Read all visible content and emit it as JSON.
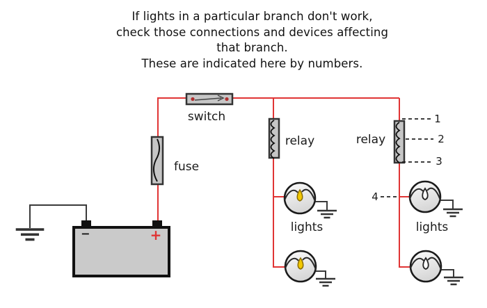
{
  "title": {
    "lines": [
      "If lights in a particular branch don't work,",
      "check those connections and devices affecting",
      "that branch.",
      "These are indicated here by numbers."
    ]
  },
  "labels": {
    "switch": "switch",
    "fuse": "fuse",
    "relay_left": "relay",
    "relay_right": "relay",
    "lights_left": "lights",
    "lights_right": "lights"
  },
  "numbers": {
    "n1": "1",
    "n2": "2",
    "n3": "3",
    "n4": "4"
  },
  "battery": {
    "positive": "+",
    "negative": "−"
  },
  "colors": {
    "wire_red": "#e03434",
    "component_fill": "#c6c6c6",
    "battery_fill": "#cacaca",
    "filament_yellow": "#f2c800",
    "outline_dark": "#1a1a1a",
    "ground_wire": "#3a3a3a"
  }
}
